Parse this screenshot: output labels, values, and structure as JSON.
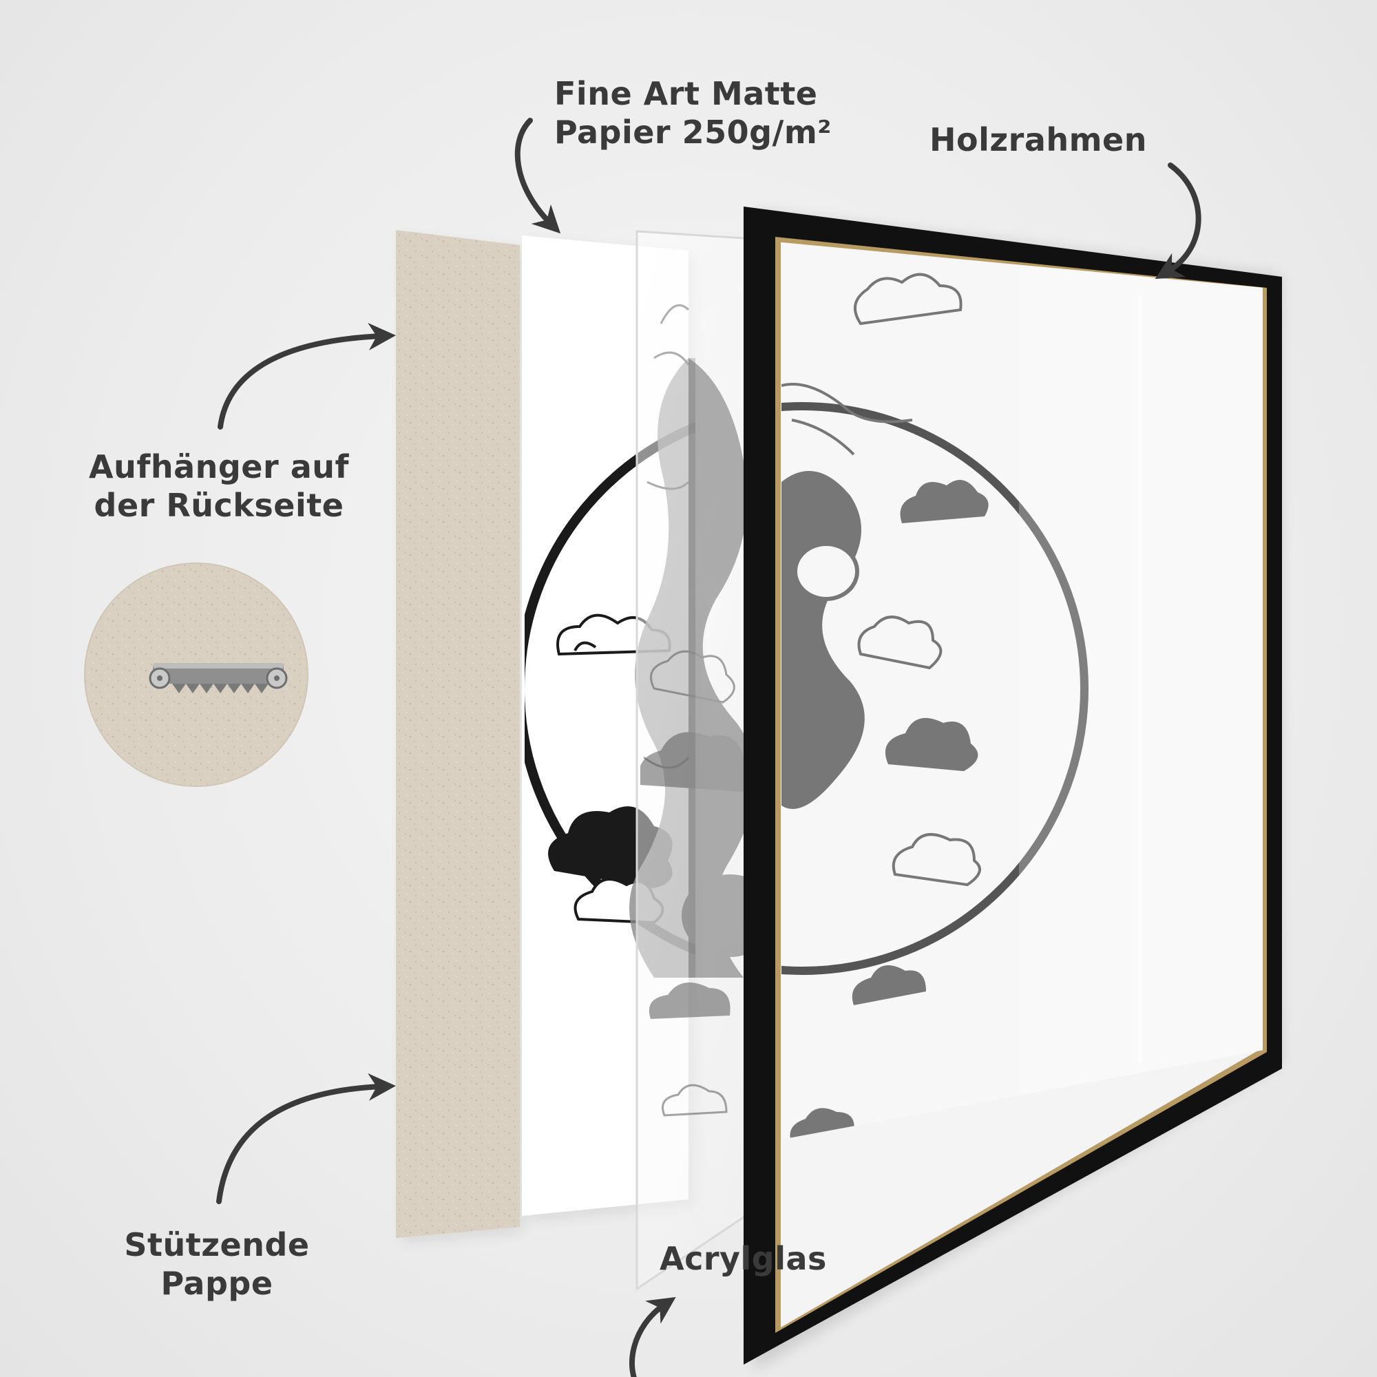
{
  "labels": {
    "paper": {
      "line1": "Fine Art Matte",
      "line2": "Papier 250g/m²"
    },
    "frame": {
      "line1": "Holzrahmen"
    },
    "hanger": {
      "line1": "Aufhänger auf",
      "line2": "der Rückseite"
    },
    "cardboard": {
      "line1": "Stützende",
      "line2": "Pappe"
    },
    "acrylic": {
      "line1": "Acrylglas"
    }
  },
  "icons": {
    "hanger": "sawtooth-hanger-icon",
    "arrows": "curved-arrow-icon",
    "artwork": "dragon-illustration"
  },
  "colors": {
    "background": "#ececec",
    "text": "#3a3a3a",
    "arrow": "#3a3a3a",
    "cardboard": "#d9d0c2",
    "frame": "#111111",
    "frame_inner_edge": "#b89a63",
    "paper": "#ffffff",
    "artwork_ink": "#555555"
  }
}
